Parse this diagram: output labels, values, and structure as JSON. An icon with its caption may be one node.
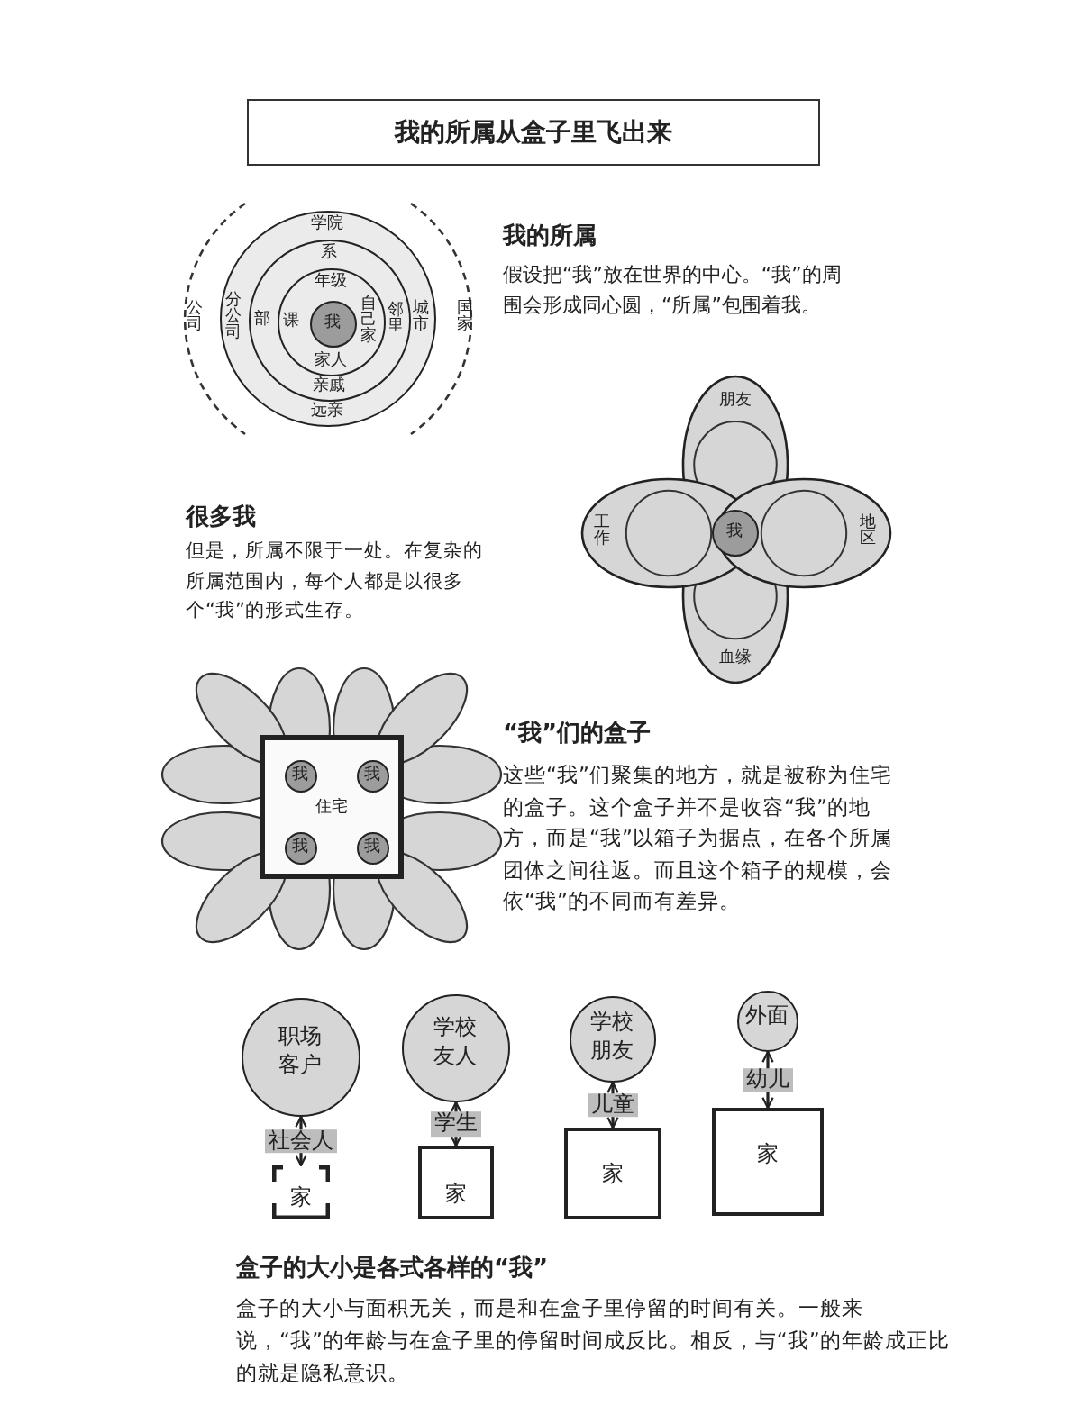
{
  "diagram": {
    "title": "我的所属从盒子里飞出来",
    "nodes": [
      {
        "text": [
          "学院",
          "分公司",
          "城市",
          "远亲"
        ]
      },
      {
        "text": [
          "系",
          "部",
          "邻里",
          "亲戚"
        ],
        "in": 0
      },
      {
        "text": [
          "年级",
          "课",
          "自己家",
          "家人"
        ],
        "in": 1
      },
      {
        "text": [
          "我"
        ],
        "in": 2
      },
      {
        "text": [
          "朋友"
        ]
      },
      {
        "text": [
          "工作"
        ]
      },
      {
        "text": [
          "我"
        ]
      },
      {
        "text": [
          "地区"
        ]
      },
      {
        "text": [
          "血缘"
        ]
      },
      {
        "text": [
          "住宅"
        ]
      },
      {
        "text": [
          "我"
        ],
        "in": 9
      },
      {
        "text": [
          "我"
        ],
        "in": 9
      },
      {
        "text": [
          "我"
        ],
        "in": 9
      },
      {
        "text": [
          "我"
        ],
        "in": 9
      },
      {
        "text": [
          "职场客户"
        ]
      },
      {
        "text": [
          "学校友人"
        ]
      },
      {
        "text": [
          "学校朋友"
        ]
      },
      {
        "text": [
          "外面"
        ]
      },
      {
        "text": [
          "家"
        ]
      },
      {
        "text": [
          "家"
        ]
      },
      {
        "text": [
          "家"
        ]
      },
      {
        "text": [
          "家"
        ]
      }
    ],
    "edges": [
      {
        "from": 18,
        "to": 14,
        "arrow": "both",
        "label": "社会人"
      },
      {
        "from": 19,
        "to": 15,
        "arrow": "both",
        "label": "学生"
      },
      {
        "from": 20,
        "to": 16,
        "arrow": "both",
        "label": "儿童"
      },
      {
        "from": 21,
        "to": 17,
        "arrow": "both",
        "label": "幼儿"
      }
    ],
    "labels": [
      "公司",
      "国家",
      "我的所属",
      "假设把“我”放在世界的中心。“我”的周围会形成同心圆，“所属”包围着我。",
      "很多我",
      "但是，所属不限于一处。在复杂的所属范围内，每个人都是以很多个“我”的形式生存。",
      "“我”们的盒子",
      "这些“我”们聚集的地方，就是被称为住宅的盒子。这个盒子并不是收容“我”的地方，而是“我”以箱子为据点，在各个所属团体之间往返。而且这个箱子的规模，会依“我”的不同而有差异。",
      "盒子的大小是各式各样的“我”",
      "盒子的大小与面积无关，而是和在盒子里停留的时间有关。一般来说，“我”的年龄与在盒子里的停留时间成反比。相反，与“我”的年龄成正比的就是隐私意识。"
    ]
  }
}
